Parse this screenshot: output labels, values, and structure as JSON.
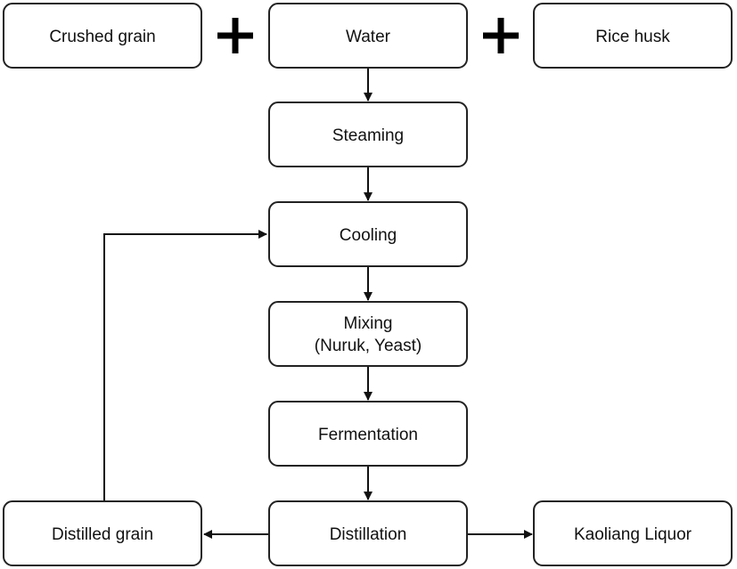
{
  "diagram": {
    "nodes": {
      "crushed_grain": "Crushed grain",
      "water": "Water",
      "rice_husk": "Rice husk",
      "steaming": "Steaming",
      "cooling": "Cooling",
      "mixing_line1": "Mixing",
      "mixing_line2": "(Nuruk, Yeast)",
      "fermentation": "Fermentation",
      "distillation": "Distillation",
      "distilled_grain": "Distilled grain",
      "kaoliang_liquor": "Kaoliang Liquor"
    },
    "edges": [
      {
        "from": "water",
        "to": "steaming"
      },
      {
        "from": "steaming",
        "to": "cooling"
      },
      {
        "from": "cooling",
        "to": "mixing"
      },
      {
        "from": "mixing",
        "to": "fermentation"
      },
      {
        "from": "fermentation",
        "to": "distillation"
      },
      {
        "from": "distillation",
        "to": "distilled_grain"
      },
      {
        "from": "distillation",
        "to": "kaoliang_liquor"
      },
      {
        "from": "distilled_grain",
        "to": "cooling"
      }
    ],
    "colors": {
      "stroke": "#222222",
      "fill": "#ffffff",
      "text": "#111111"
    }
  }
}
